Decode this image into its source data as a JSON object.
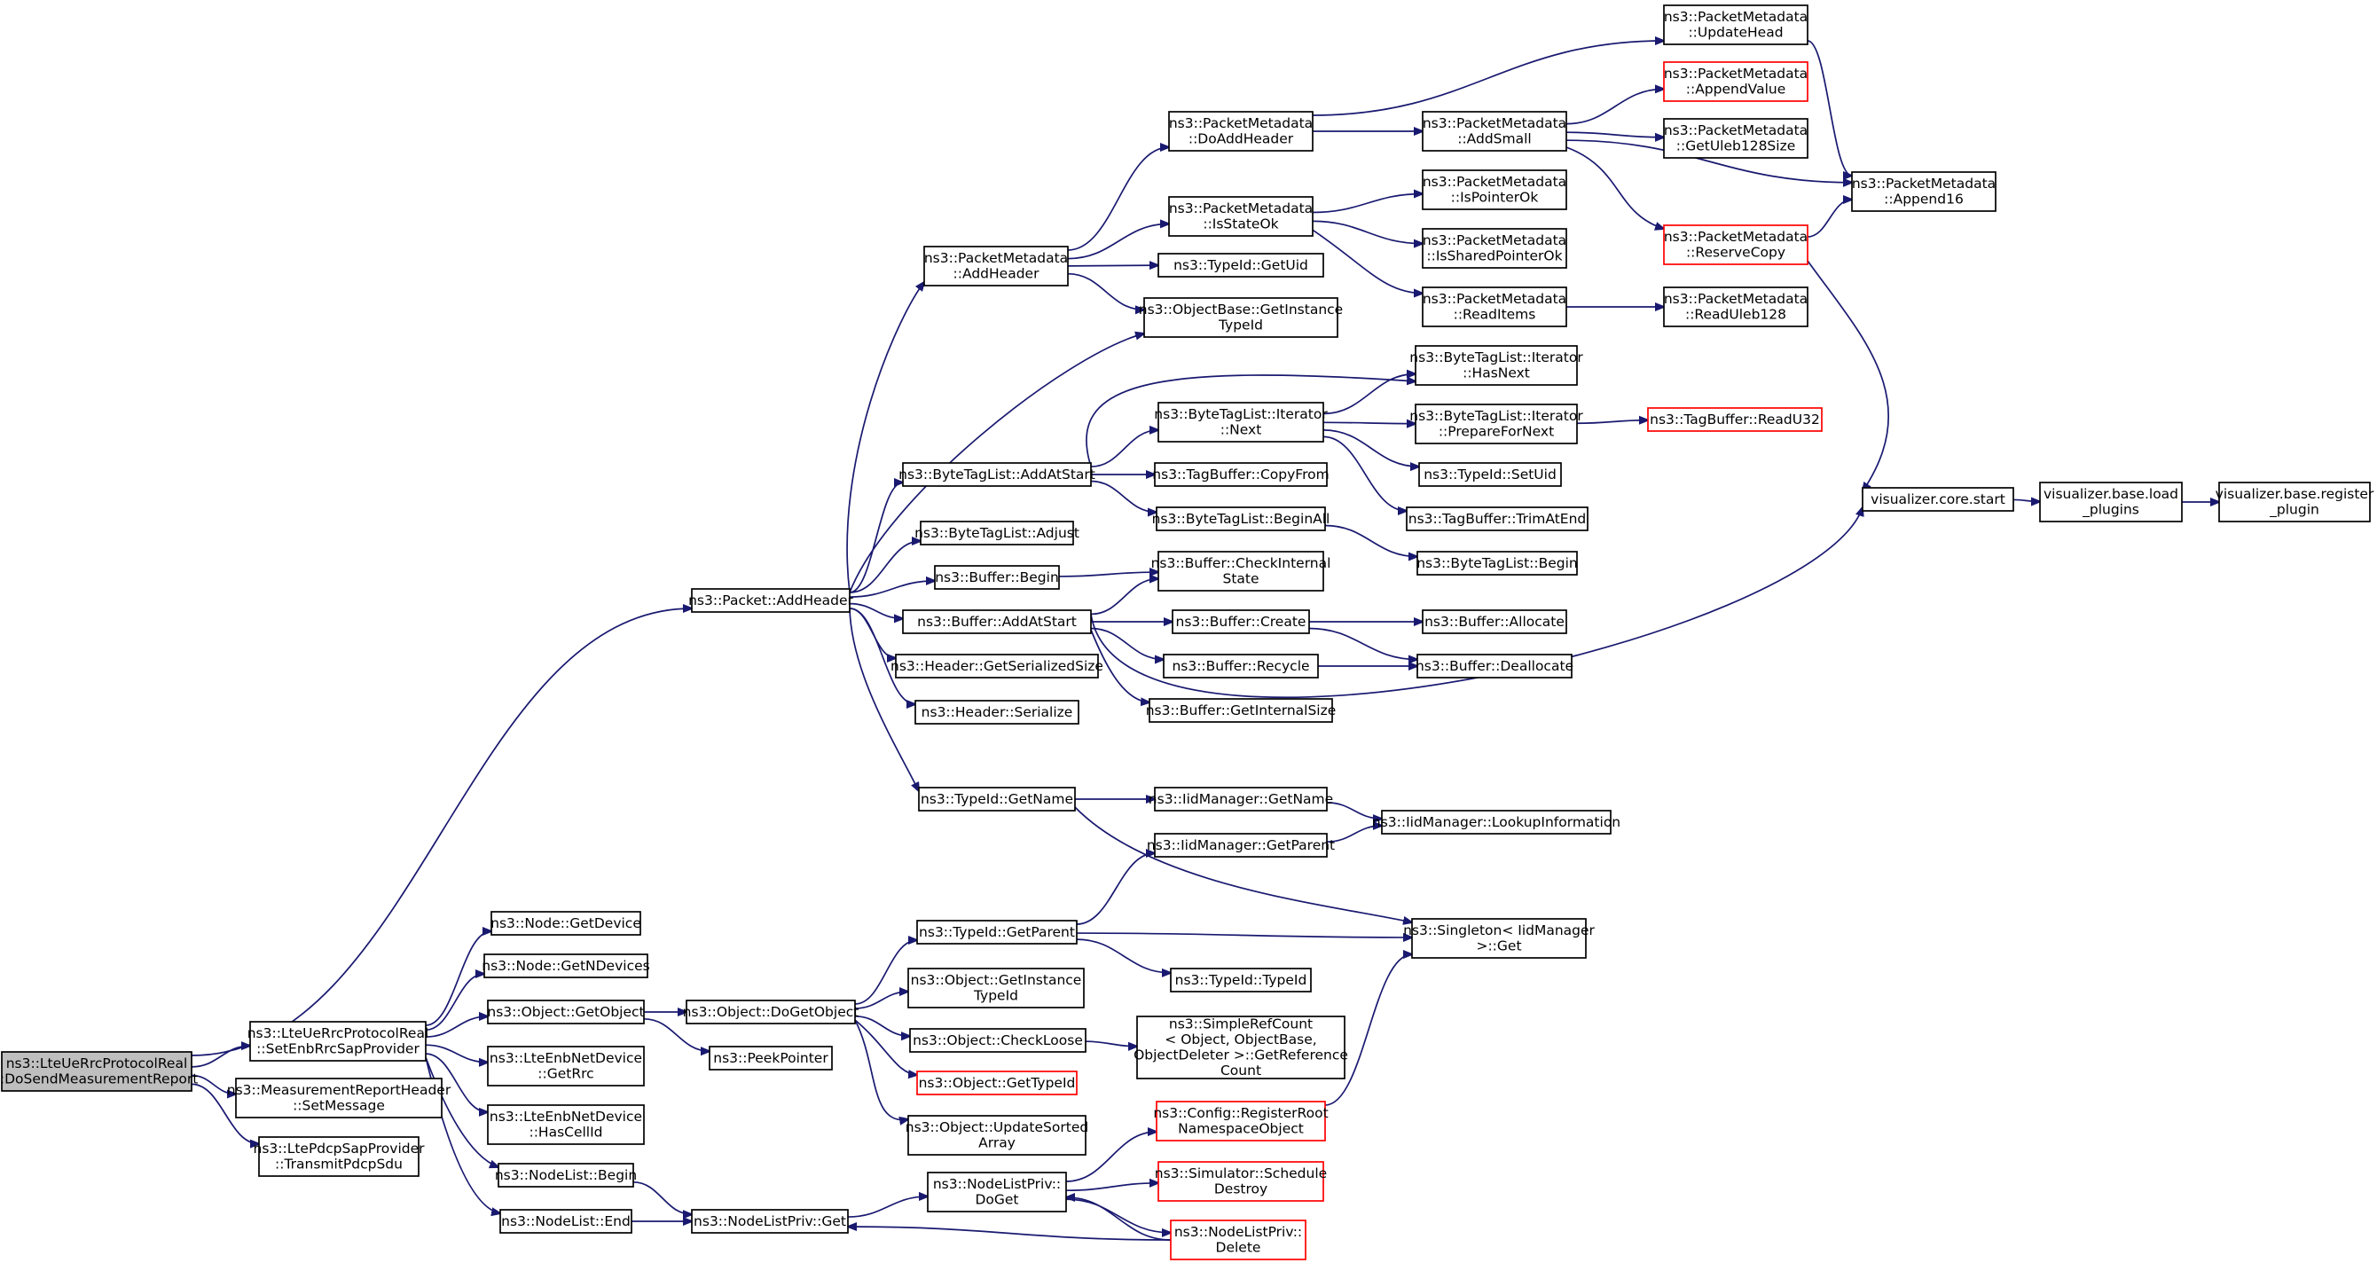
{
  "nodes": [
    {
      "id": "root",
      "lines": [
        "ns3::LteUeRrcProtocolReal",
        "::DoSendMeasurementReport"
      ],
      "root": true
    },
    {
      "id": "setenb",
      "lines": [
        "ns3::LteUeRrcProtocolReal",
        "::SetEnbRrcSapProvider"
      ]
    },
    {
      "id": "meashdr",
      "lines": [
        "ns3::MeasurementReportHeader",
        "::SetMessage"
      ]
    },
    {
      "id": "pdcp",
      "lines": [
        "ns3::LtePdcpSapProvider",
        "::TransmitPdcpSdu"
      ]
    },
    {
      "id": "addheader",
      "lines": [
        "ns3::Packet::AddHeader"
      ]
    },
    {
      "id": "getdevice",
      "lines": [
        "ns3::Node::GetDevice"
      ]
    },
    {
      "id": "getndev",
      "lines": [
        "ns3::Node::GetNDevices"
      ]
    },
    {
      "id": "getobject",
      "lines": [
        "ns3::Object::GetObject"
      ]
    },
    {
      "id": "getrrc",
      "lines": [
        "ns3::LteEnbNetDevice",
        "::GetRrc"
      ]
    },
    {
      "id": "hascell",
      "lines": [
        "ns3::LteEnbNetDevice",
        "::HasCellId"
      ]
    },
    {
      "id": "nlbegin",
      "lines": [
        "ns3::NodeList::Begin"
      ]
    },
    {
      "id": "nlend",
      "lines": [
        "ns3::NodeList::End"
      ]
    },
    {
      "id": "doget",
      "lines": [
        "ns3::Object::DoGetObject"
      ]
    },
    {
      "id": "peek",
      "lines": [
        "ns3::PeekPointer"
      ]
    },
    {
      "id": "nlpget",
      "lines": [
        "ns3::NodeListPriv::Get"
      ]
    },
    {
      "id": "pmaddheader",
      "lines": [
        "ns3::PacketMetadata",
        "::AddHeader"
      ]
    },
    {
      "id": "btladd",
      "lines": [
        "ns3::ByteTagList::AddAtStart"
      ]
    },
    {
      "id": "btladjust",
      "lines": [
        "ns3::ByteTagList::Adjust"
      ]
    },
    {
      "id": "bufbegin",
      "lines": [
        "ns3::Buffer::Begin"
      ]
    },
    {
      "id": "bufaddstart",
      "lines": [
        "ns3::Buffer::AddAtStart"
      ]
    },
    {
      "id": "hdrsersize",
      "lines": [
        "ns3::Header::GetSerializedSize"
      ]
    },
    {
      "id": "hdrser",
      "lines": [
        "ns3::Header::Serialize"
      ]
    },
    {
      "id": "tidname",
      "lines": [
        "ns3::TypeId::GetName"
      ]
    },
    {
      "id": "tidparent",
      "lines": [
        "ns3::TypeId::GetParent"
      ]
    },
    {
      "id": "objinst",
      "lines": [
        "ns3::Object::GetInstance",
        "TypeId"
      ]
    },
    {
      "id": "checkloose",
      "lines": [
        "ns3::Object::CheckLoose"
      ]
    },
    {
      "id": "objtid",
      "lines": [
        "ns3::Object::GetTypeId"
      ],
      "trunc": true
    },
    {
      "id": "updsorted",
      "lines": [
        "ns3::Object::UpdateSorted",
        "Array"
      ]
    },
    {
      "id": "nlpdoget",
      "lines": [
        "ns3::NodeListPriv::",
        "DoGet"
      ]
    },
    {
      "id": "pmdoadd",
      "lines": [
        "ns3::PacketMetadata",
        "::DoAddHeader"
      ]
    },
    {
      "id": "pmstate",
      "lines": [
        "ns3::PacketMetadata",
        "::IsStateOk"
      ]
    },
    {
      "id": "tiduid",
      "lines": [
        "ns3::TypeId::GetUid"
      ]
    },
    {
      "id": "objbaseinst",
      "lines": [
        "ns3::ObjectBase::GetInstance",
        "TypeId"
      ]
    },
    {
      "id": "btlinext",
      "lines": [
        "ns3::ByteTagList::Iterator",
        "::Next"
      ]
    },
    {
      "id": "tbcopy",
      "lines": [
        "ns3::TagBuffer::CopyFrom"
      ]
    },
    {
      "id": "btlbeginall",
      "lines": [
        "ns3::ByteTagList::BeginAll"
      ]
    },
    {
      "id": "bufcheck",
      "lines": [
        "ns3::Buffer::CheckInternal",
        "State"
      ]
    },
    {
      "id": "bufcreate",
      "lines": [
        "ns3::Buffer::Create"
      ]
    },
    {
      "id": "bufrecycle",
      "lines": [
        "ns3::Buffer::Recycle"
      ]
    },
    {
      "id": "bufintsize",
      "lines": [
        "ns3::Buffer::GetInternalSize"
      ]
    },
    {
      "id": "iidname",
      "lines": [
        "ns3::IidManager::GetName"
      ]
    },
    {
      "id": "iidparent",
      "lines": [
        "ns3::IidManager::GetParent"
      ]
    },
    {
      "id": "tidtid",
      "lines": [
        "ns3::TypeId::TypeId"
      ]
    },
    {
      "id": "simpleref",
      "lines": [
        "ns3::SimpleRefCount",
        "< Object, ObjectBase,",
        "ObjectDeleter >::GetReference",
        "Count"
      ]
    },
    {
      "id": "cfgreg",
      "lines": [
        "ns3::Config::RegisterRoot",
        "NamespaceObject"
      ],
      "trunc": true
    },
    {
      "id": "simsched",
      "lines": [
        "ns3::Simulator::Schedule",
        "Destroy"
      ],
      "trunc": true
    },
    {
      "id": "nlpdelete",
      "lines": [
        "ns3::NodeListPriv::",
        "Delete"
      ],
      "trunc": true
    },
    {
      "id": "pmaddsmall",
      "lines": [
        "ns3::PacketMetadata",
        "::AddSmall"
      ]
    },
    {
      "id": "pmisptr",
      "lines": [
        "ns3::PacketMetadata",
        "::IsPointerOk"
      ]
    },
    {
      "id": "pmisshared",
      "lines": [
        "ns3::PacketMetadata",
        "::IsSharedPointerOk"
      ]
    },
    {
      "id": "pmreaditems",
      "lines": [
        "ns3::PacketMetadata",
        "::ReadItems"
      ]
    },
    {
      "id": "btlihasnext",
      "lines": [
        "ns3::ByteTagList::Iterator",
        "::HasNext"
      ]
    },
    {
      "id": "btliprep",
      "lines": [
        "ns3::ByteTagList::Iterator",
        "::PrepareForNext"
      ]
    },
    {
      "id": "tidsetuid",
      "lines": [
        "ns3::TypeId::SetUid"
      ]
    },
    {
      "id": "tbtrim",
      "lines": [
        "ns3::TagBuffer::TrimAtEnd"
      ]
    },
    {
      "id": "btlbegin",
      "lines": [
        "ns3::ByteTagList::Begin"
      ]
    },
    {
      "id": "bufalloc",
      "lines": [
        "ns3::Buffer::Allocate"
      ]
    },
    {
      "id": "bufdealloc",
      "lines": [
        "ns3::Buffer::Deallocate"
      ]
    },
    {
      "id": "iidlookup",
      "lines": [
        "ns3::IidManager::LookupInformation"
      ]
    },
    {
      "id": "singleton",
      "lines": [
        "ns3::Singleton< IidManager",
        " >::Get"
      ]
    },
    {
      "id": "pmupdhead",
      "lines": [
        "ns3::PacketMetadata",
        "::UpdateHead"
      ]
    },
    {
      "id": "pmappval",
      "lines": [
        "ns3::PacketMetadata",
        "::AppendValue"
      ],
      "trunc": true
    },
    {
      "id": "pmuleb",
      "lines": [
        "ns3::PacketMetadata",
        "::GetUleb128Size"
      ]
    },
    {
      "id": "pmreserve",
      "lines": [
        "ns3::PacketMetadata",
        "::ReserveCopy"
      ],
      "trunc": true
    },
    {
      "id": "pmreaduleb",
      "lines": [
        "ns3::PacketMetadata",
        "::ReadUleb128"
      ]
    },
    {
      "id": "tbread",
      "lines": [
        "ns3::TagBuffer::ReadU32"
      ],
      "trunc": true
    },
    {
      "id": "pmappend16",
      "lines": [
        "ns3::PacketMetadata",
        "::Append16"
      ]
    },
    {
      "id": "vizstart",
      "lines": [
        "visualizer.core.start"
      ]
    },
    {
      "id": "vizload",
      "lines": [
        "visualizer.base.load",
        "_plugins"
      ]
    },
    {
      "id": "vizreg",
      "lines": [
        "visualizer.base.register",
        "_plugin"
      ]
    }
  ],
  "edges": [
    [
      "root",
      "addheader"
    ],
    [
      "root",
      "setenb"
    ],
    [
      "root",
      "meashdr"
    ],
    [
      "root",
      "pdcp"
    ],
    [
      "setenb",
      "getdevice"
    ],
    [
      "setenb",
      "getndev"
    ],
    [
      "setenb",
      "getobject"
    ],
    [
      "setenb",
      "getrrc"
    ],
    [
      "setenb",
      "hascell"
    ],
    [
      "setenb",
      "nlbegin"
    ],
    [
      "setenb",
      "nlend"
    ],
    [
      "getobject",
      "doget"
    ],
    [
      "getobject",
      "peek"
    ],
    [
      "nlbegin",
      "nlpget"
    ],
    [
      "nlend",
      "nlpget"
    ],
    [
      "doget",
      "tidparent"
    ],
    [
      "doget",
      "objinst"
    ],
    [
      "doget",
      "checkloose"
    ],
    [
      "doget",
      "objtid"
    ],
    [
      "doget",
      "updsorted"
    ],
    [
      "nlpget",
      "nlpdoget"
    ],
    [
      "addheader",
      "pmaddheader"
    ],
    [
      "addheader",
      "objbaseinst"
    ],
    [
      "addheader",
      "btladd"
    ],
    [
      "addheader",
      "btladjust"
    ],
    [
      "addheader",
      "bufbegin"
    ],
    [
      "addheader",
      "bufaddstart"
    ],
    [
      "addheader",
      "hdrsersize"
    ],
    [
      "addheader",
      "hdrser"
    ],
    [
      "addheader",
      "tidname"
    ],
    [
      "pmaddheader",
      "pmdoadd"
    ],
    [
      "pmaddheader",
      "pmstate"
    ],
    [
      "pmaddheader",
      "tiduid"
    ],
    [
      "pmaddheader",
      "objbaseinst"
    ],
    [
      "btladd",
      "btlihasnext"
    ],
    [
      "btladd",
      "btlinext"
    ],
    [
      "btladd",
      "tbcopy"
    ],
    [
      "btladd",
      "btlbeginall"
    ],
    [
      "bufbegin",
      "bufcheck"
    ],
    [
      "bufaddstart",
      "bufcheck"
    ],
    [
      "bufaddstart",
      "bufcreate"
    ],
    [
      "bufaddstart",
      "bufrecycle"
    ],
    [
      "bufaddstart",
      "bufintsize"
    ],
    [
      "bufaddstart",
      "vizstart"
    ],
    [
      "tidname",
      "iidname"
    ],
    [
      "tidname",
      "singleton"
    ],
    [
      "tidparent",
      "iidparent"
    ],
    [
      "tidparent",
      "singleton"
    ],
    [
      "tidparent",
      "tidtid"
    ],
    [
      "checkloose",
      "simpleref"
    ],
    [
      "nlpdoget",
      "cfgreg"
    ],
    [
      "nlpdoget",
      "simsched"
    ],
    [
      "nlpdoget",
      "nlpdelete"
    ],
    [
      "nlpdelete",
      "nlpdoget"
    ],
    [
      "nlpdelete",
      "nlpget"
    ],
    [
      "pmdoadd",
      "pmupdhead"
    ],
    [
      "pmdoadd",
      "pmaddsmall"
    ],
    [
      "pmstate",
      "pmisptr"
    ],
    [
      "pmstate",
      "pmisshared"
    ],
    [
      "pmstate",
      "pmreaditems"
    ],
    [
      "btlinext",
      "btlihasnext"
    ],
    [
      "btlinext",
      "btliprep"
    ],
    [
      "btlinext",
      "tidsetuid"
    ],
    [
      "btlinext",
      "tbtrim"
    ],
    [
      "btlbeginall",
      "btlbegin"
    ],
    [
      "bufcreate",
      "bufalloc"
    ],
    [
      "bufcreate",
      "bufdealloc"
    ],
    [
      "bufrecycle",
      "bufdealloc"
    ],
    [
      "iidname",
      "iidlookup"
    ],
    [
      "iidparent",
      "iidlookup"
    ],
    [
      "cfgreg",
      "singleton"
    ],
    [
      "pmaddsmall",
      "pmappval"
    ],
    [
      "pmaddsmall",
      "pmuleb"
    ],
    [
      "pmaddsmall",
      "pmappend16"
    ],
    [
      "pmaddsmall",
      "pmreserve"
    ],
    [
      "pmreaditems",
      "pmreaduleb"
    ],
    [
      "btliprep",
      "tbread"
    ],
    [
      "pmupdhead",
      "pmappend16"
    ],
    [
      "pmreserve",
      "pmappend16"
    ],
    [
      "pmreserve",
      "vizstart"
    ],
    [
      "vizstart",
      "vizload"
    ],
    [
      "vizload",
      "vizreg"
    ]
  ]
}
